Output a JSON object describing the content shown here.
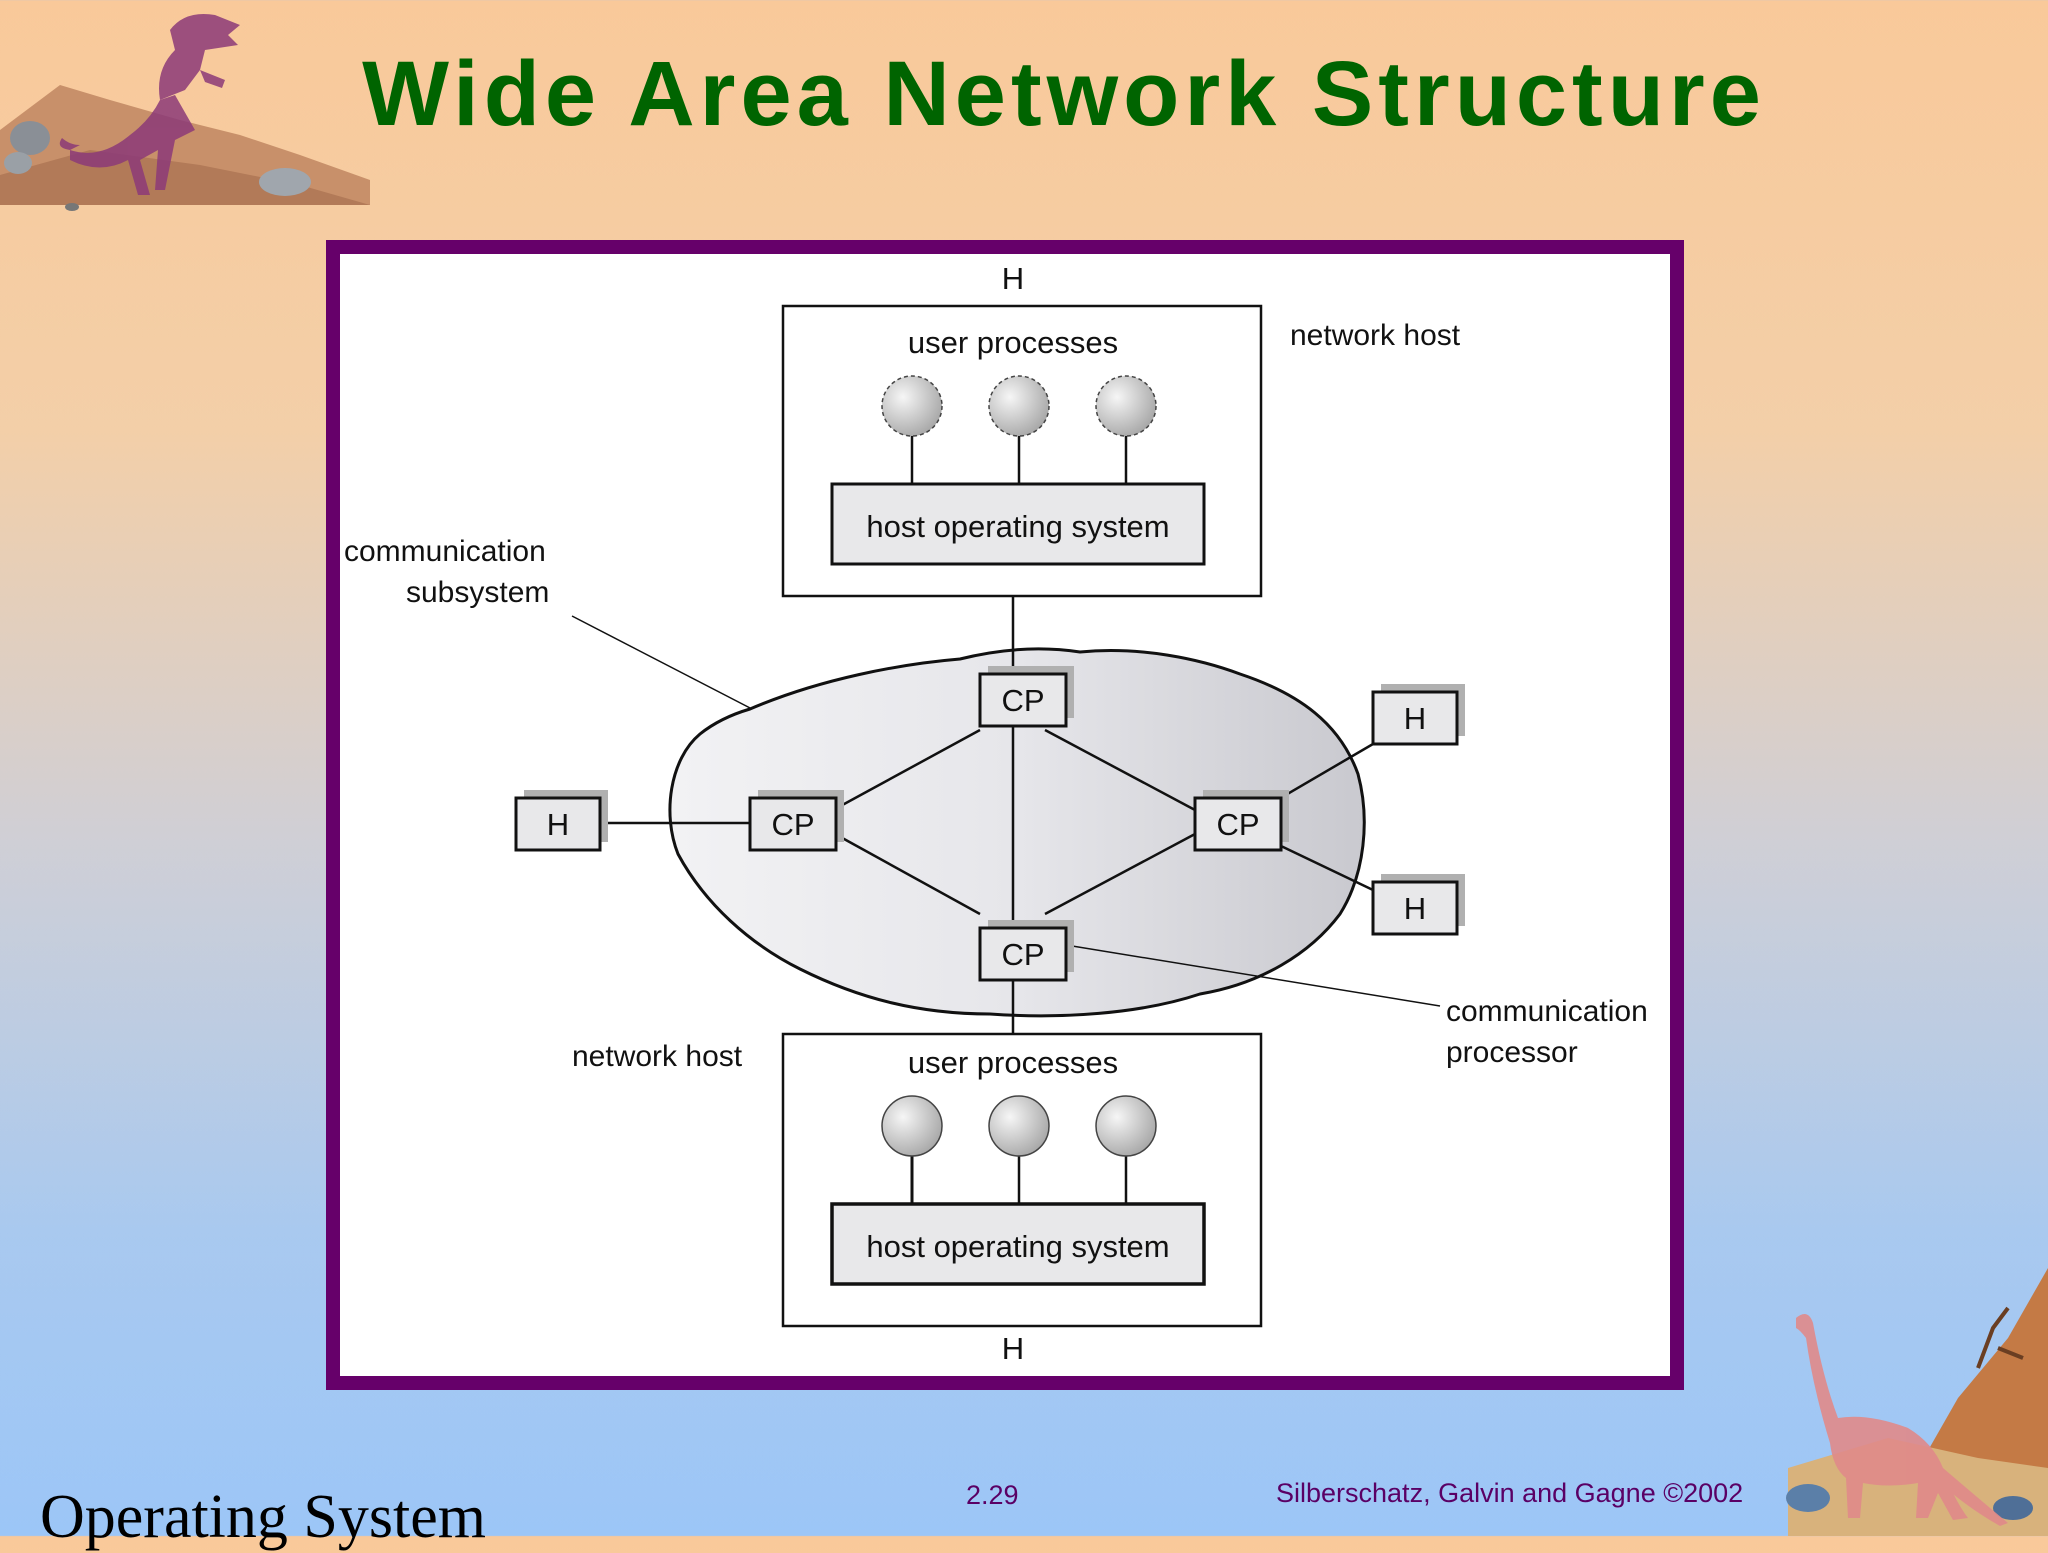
{
  "slide": {
    "title": "Wide Area Network Structure",
    "footer_title": "Operating System",
    "page_number": "2.29",
    "credit": "Silberschatz, Galvin and  Gagne ©2002"
  },
  "diagram": {
    "host_top": "H",
    "host_bottom": "H",
    "host_left": "H",
    "host_right_upper": "H",
    "host_right_lower": "H",
    "network_host_top": "network host",
    "network_host_bottom": "network host",
    "user_processes_top": "user processes",
    "user_processes_bottom": "user processes",
    "host_os_top": "host operating system",
    "host_os_bottom": "host operating system",
    "comm_subsystem_line1": "communication",
    "comm_subsystem_line2": "subsystem",
    "comm_processor_line1": "communication",
    "comm_processor_line2": "processor",
    "cp_top": "CP",
    "cp_left": "CP",
    "cp_right": "CP",
    "cp_bottom": "CP"
  },
  "colors": {
    "title": "#006400",
    "frame_border": "#66006a",
    "footer_text": "#5a0065",
    "cloud_fill": "#dedee2"
  },
  "decorations": {
    "top_left": "t-rex-dinosaur-icon",
    "bottom_right": "brontosaurus-dinosaur-icon"
  }
}
